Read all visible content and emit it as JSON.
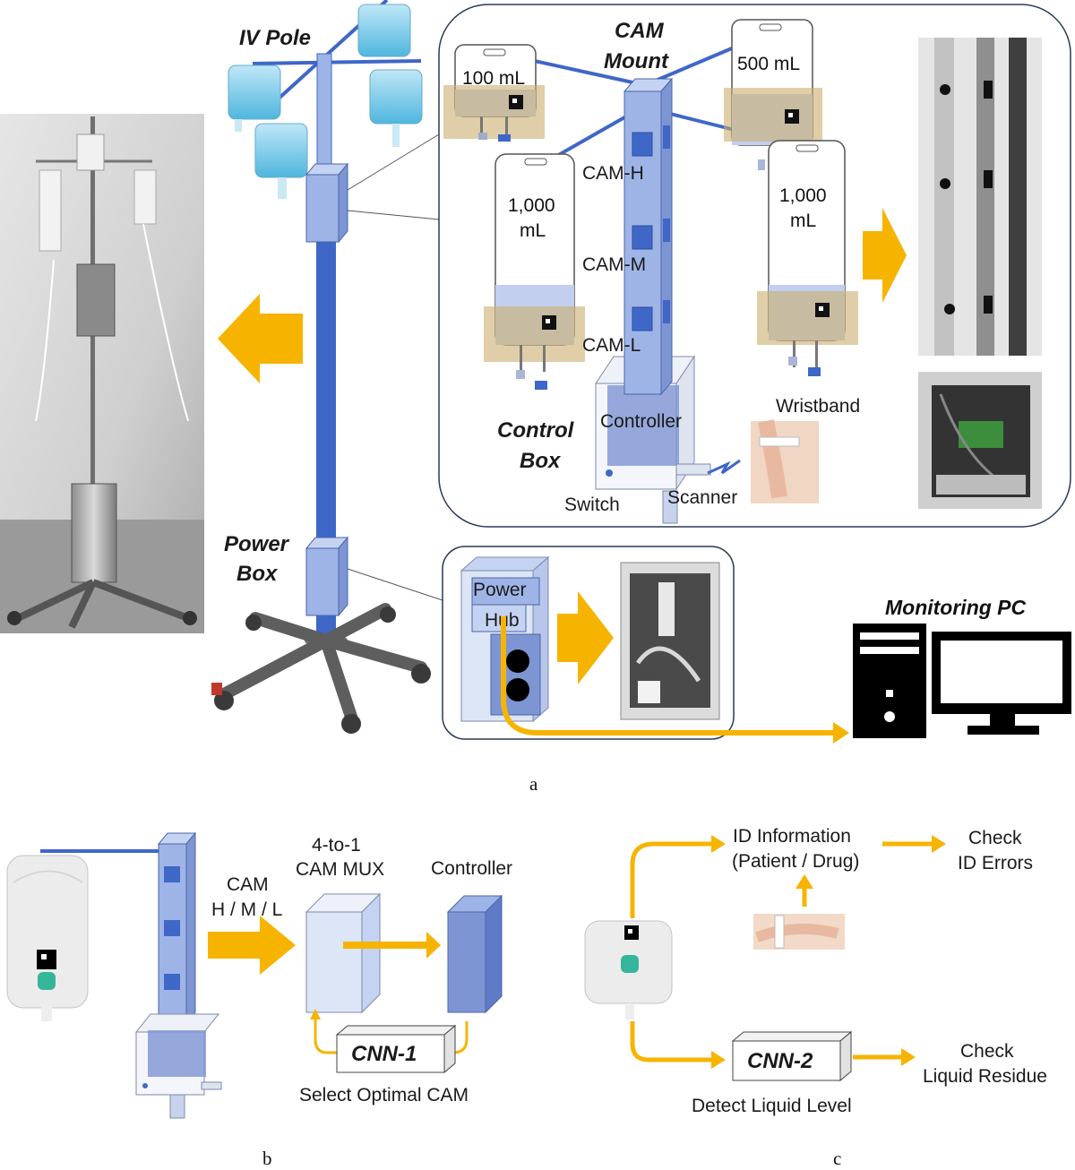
{
  "panel_a": {
    "caption": "a",
    "iv_pole_label": "IV Pole",
    "cam_mount_label_1": "CAM",
    "cam_mount_label_2": "Mount",
    "control_box_label_1": "Control",
    "control_box_label_2": "Box",
    "power_box_label_1": "Power",
    "power_box_label_2": "Box",
    "cam_h": "CAM-H",
    "cam_m": "CAM-M",
    "cam_l": "CAM-L",
    "controller": "Controller",
    "switch": "Switch",
    "scanner": "Scanner",
    "wristband": "Wristband",
    "bag_100": "100 mL",
    "bag_500": "500 mL",
    "bag_1000a_1": "1,000",
    "bag_1000a_2": "mL",
    "bag_1000b_1": "1,000",
    "bag_1000b_2": "mL",
    "power_hub_1": "Power",
    "power_hub_2": "Hub",
    "monitoring_pc": "Monitoring PC"
  },
  "panel_b": {
    "caption": "b",
    "cam_label_1": "CAM",
    "cam_label_2": "H / M / L",
    "mux_label_1": "4-to-1",
    "mux_label_2": "CAM MUX",
    "controller": "Controller",
    "cnn1": "CNN-1",
    "select_cam": "Select Optimal CAM"
  },
  "panel_c": {
    "caption": "c",
    "id_info_1": "ID Information",
    "id_info_2": "(Patient / Drug)",
    "check_id_1": "Check",
    "check_id_2": "ID Errors",
    "cnn2": "CNN-2",
    "detect_level": "Detect Liquid Level",
    "check_res_1": "Check",
    "check_res_2": "Liquid Residue"
  },
  "colors": {
    "accent_yellow": "#f6b400",
    "pole_blue": "#3f67c8",
    "mount_blue": "#9fb4e6",
    "tan": "#c9ad6e"
  }
}
